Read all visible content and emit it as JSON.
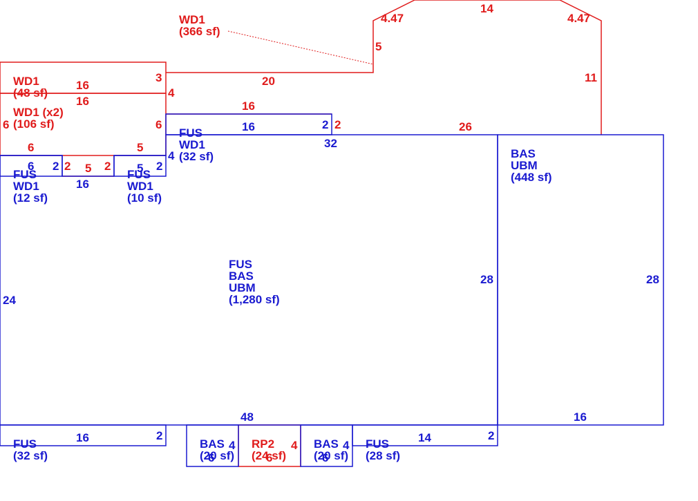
{
  "colors": {
    "red": "#e01b1b",
    "blue": "#1a1ad0",
    "background": "#ffffff"
  },
  "areas": {
    "wd1_main": {
      "lines": [
        "WD1",
        "(366 sf)"
      ]
    },
    "wd1_48": {
      "lines": [
        "WD1",
        "(48 sf)"
      ]
    },
    "wd1_106": {
      "lines": [
        "WD1 (x2)",
        "(106 sf)"
      ]
    },
    "fus_wd1_32": {
      "lines": [
        "FUS",
        "WD1",
        "(32 sf)"
      ]
    },
    "fus_wd1_12": {
      "lines": [
        "FUS",
        "WD1",
        "(12 sf)"
      ]
    },
    "fus_wd1_10": {
      "lines": [
        "FUS",
        "WD1",
        "(10 sf)"
      ]
    },
    "bas_ubm_448": {
      "lines": [
        "BAS",
        "UBM",
        "(448 sf)"
      ]
    },
    "fus_bas_ubm": {
      "lines": [
        "FUS",
        "BAS",
        "UBM",
        "(1,280 sf)"
      ]
    },
    "fus_32": {
      "lines": [
        "FUS",
        "(32 sf)"
      ]
    },
    "bas_20_left": {
      "lines": [
        "BAS",
        "(20 sf)"
      ]
    },
    "rp2_24": {
      "lines": [
        "RP2",
        "(24 sf)"
      ]
    },
    "bas_20_right": {
      "lines": [
        "BAS",
        "(20 sf)"
      ]
    },
    "fus_28": {
      "lines": [
        "FUS",
        "(28 sf)"
      ]
    }
  },
  "dimensions": {
    "top_roof_14": "14",
    "roof_left_447": "4.47",
    "roof_right_447": "4.47",
    "roof_left_5": "5",
    "roof_right_11": "11",
    "deck_20": "20",
    "deck_3": "3",
    "deck_4": "4",
    "wd1_48_top_16": "16",
    "wd1_48_bottom_16": "16",
    "wd1_106_left_6": "6",
    "wd1_106_right_6": "6",
    "wd1_106_bl_6": "6",
    "wd1_106_br_5": "5",
    "inner_2a": "2",
    "inner_5": "5",
    "inner_2b": "2",
    "red_16_upper": "16",
    "red_2_right": "2",
    "red_26": "26",
    "blue_16_upper": "16",
    "blue_2_upper": "2",
    "blue_32": "32",
    "small_left_6": "6",
    "small_left_2": "2",
    "small_mid_16": "16",
    "small_right_5": "5",
    "small_right_2": "2",
    "small_right_4": "4",
    "main_left_24": "24",
    "main_right_28": "28",
    "bas_right_28": "28",
    "main_bottom_48": "48",
    "bas_bottom_16": "16",
    "bottom_fus_16": "16",
    "bottom_fus_2": "2",
    "bas_left_4": "4",
    "bas_left_bottom_6": "6",
    "rp2_4": "4",
    "rp2_6": "6",
    "bas_right_4": "4",
    "bas_right_bottom_6": "6",
    "fus28_14": "14",
    "fus28_2": "2"
  }
}
